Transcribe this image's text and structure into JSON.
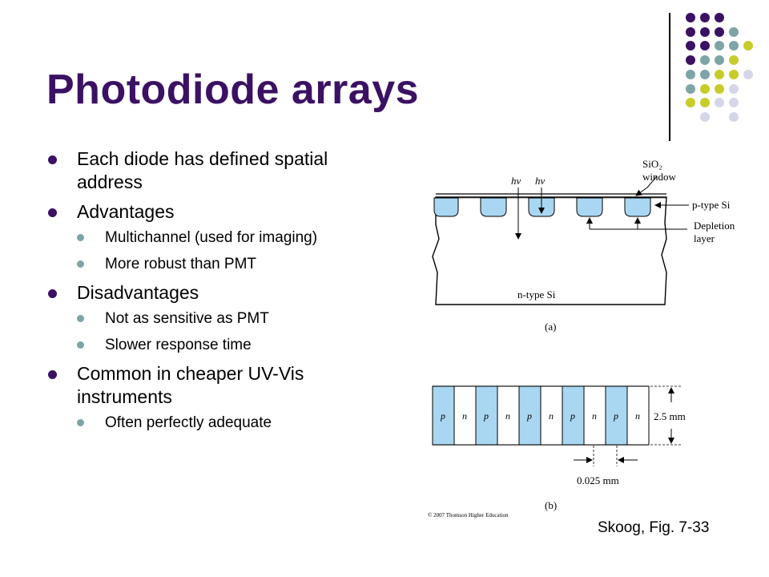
{
  "slide": {
    "title": "Photodiode arrays",
    "caption": "Skoog, Fig. 7-33",
    "accent_title": "#3b1164",
    "accent_bullet": "#7da4a6"
  },
  "bullets": [
    {
      "text": "Each diode has defined spatial address",
      "sub": []
    },
    {
      "text": "Advantages",
      "sub": [
        "Multichannel (used for imaging)",
        "More robust than PMT"
      ]
    },
    {
      "text": "Disadvantages",
      "sub": [
        "Not as sensitive as PMT",
        "Slower response time"
      ]
    },
    {
      "text": "Common in cheaper UV-Vis instruments",
      "sub": [
        "Often perfectly adequate"
      ]
    }
  ],
  "figure": {
    "label_hv1": "hν",
    "label_hv2": "hν",
    "label_sio2": "SiO₂",
    "label_window": "window",
    "label_ptype": "p-type Si",
    "label_depletion": "Depletion",
    "label_layer": "layer",
    "label_ntype": "n-type Si",
    "label_a": "(a)",
    "strip_cells": [
      "p",
      "n",
      "p",
      "n",
      "p",
      "n",
      "p",
      "n",
      "p",
      "n"
    ],
    "label_height": "2.5 mm",
    "label_width": "0.025 mm",
    "label_b": "(b)",
    "copyright": "© 2007 Thomson Higher Education",
    "p_region_color": "#a9d7f2"
  }
}
